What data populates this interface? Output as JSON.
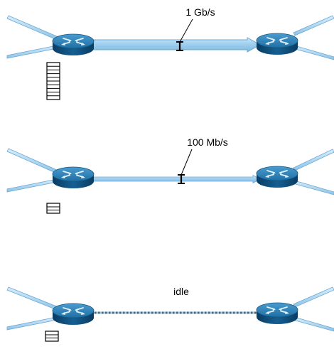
{
  "links": [
    {
      "label": "1 Gb/s",
      "style": "thick",
      "queue_slots": 10
    },
    {
      "label": "100 Mb/s",
      "style": "thin",
      "queue_slots": 2
    },
    {
      "label": "idle",
      "style": "idle",
      "queue_slots": 2
    }
  ],
  "colors": {
    "router_top": "#2f7eb1",
    "router_side": "#0c4a77",
    "pipe_fill": "#a8d4f0",
    "pipe_stroke": "#6aa8d6",
    "idle_dash": "#5a6f80",
    "line": "#000000"
  }
}
